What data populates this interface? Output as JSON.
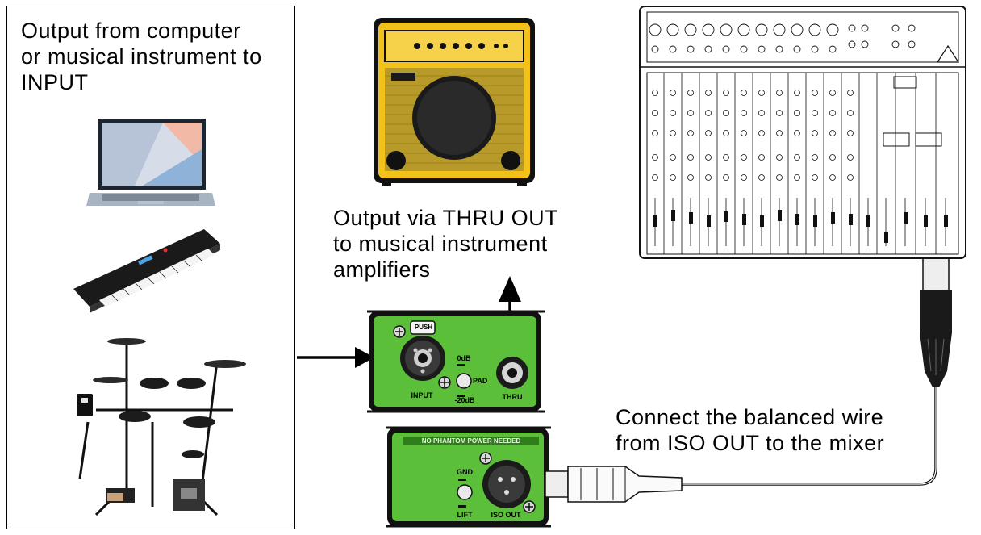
{
  "sources_panel": {
    "caption": [
      "Output from computer",
      "or musical instrument to",
      "INPUT"
    ],
    "devices": [
      "laptop-icon",
      "keyboard-synth-icon",
      "drum-kit-icon"
    ]
  },
  "amp": {
    "caption": [
      "Output via THRU OUT",
      "to musical instrument",
      "amplifiers"
    ]
  },
  "di_box_top": {
    "push_label": "PUSH",
    "input_label": "INPUT",
    "pad_0db": "0dB",
    "pad_label": "PAD",
    "pad_20db": "-20dB",
    "thru_label": "THRU"
  },
  "di_box_bottom": {
    "banner": "NO PHANTOM POWER NEEDED",
    "gnd_label": "GND",
    "lift_label": "LIFT",
    "iso_out_label": "ISO OUT"
  },
  "mixer": {
    "caption": [
      "Connect the balanced wire",
      "from ISO OUT to the mixer"
    ]
  },
  "colors": {
    "di_green": "#5cbf3a",
    "amp_yellow": "#f2c21b",
    "outline": "#111111"
  }
}
